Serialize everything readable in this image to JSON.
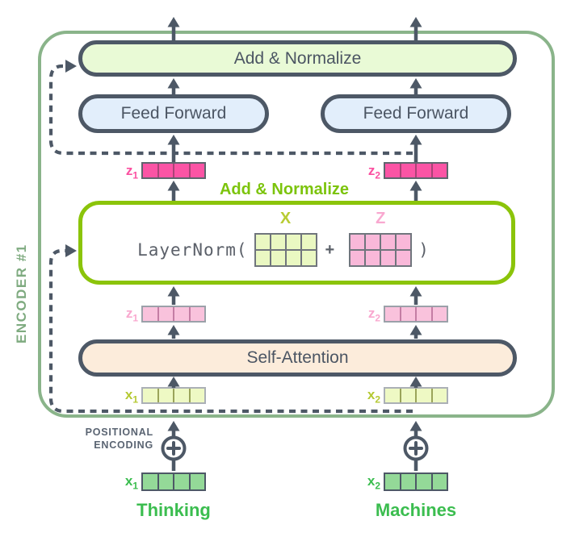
{
  "encoder": {
    "label": "ENCODER #1"
  },
  "boxes": {
    "add_normalize_top": "Add & Normalize",
    "feed_forward_left": "Feed Forward",
    "feed_forward_right": "Feed Forward",
    "add_normalize_mid": "Add & Normalize",
    "self_attention": "Self-Attention"
  },
  "layernorm": {
    "call": "LayerNorm(",
    "x_label": "X",
    "plus": "+",
    "z_label": "Z",
    "close": ")"
  },
  "positional_encoding": {
    "line1": "POSITIONAL",
    "line2": "ENCODING"
  },
  "streams": [
    {
      "word": "Thinking",
      "z_out": {
        "base": "z",
        "sub": "1"
      },
      "z_mid": {
        "base": "z",
        "sub": "1"
      },
      "x_mid": {
        "base": "x",
        "sub": "1"
      },
      "x_in": {
        "base": "x",
        "sub": "1"
      }
    },
    {
      "word": "Machines",
      "z_out": {
        "base": "z",
        "sub": "2"
      },
      "z_mid": {
        "base": "z",
        "sub": "2"
      },
      "x_mid": {
        "base": "x",
        "sub": "2"
      },
      "x_in": {
        "base": "x",
        "sub": "2"
      }
    }
  ],
  "icons": {
    "plus_circle": "plus-in-circle",
    "arrow": "up-arrow",
    "residual": "dashed-skip-connection"
  },
  "colors": {
    "slate": "#4d5866",
    "frame_green": "#8ab48a",
    "encoder_label_green": "#7fab80",
    "chartreuse": "#7cc40c",
    "add_normalize_fill": "#e9fad6",
    "feed_forward_fill": "#e2eefb",
    "self_attention_fill": "#fcecdb",
    "vector_magenta": "#fb54a5",
    "vector_pink": "#f9c2dc",
    "vector_lime": "#eef9c4",
    "vector_green": "#94d998",
    "label_magenta": "#fb4fa0",
    "label_pink": "#f9a8cf",
    "label_olive": "#b5c933",
    "label_green": "#3bbd4f",
    "gray_text": "#5a6472"
  }
}
